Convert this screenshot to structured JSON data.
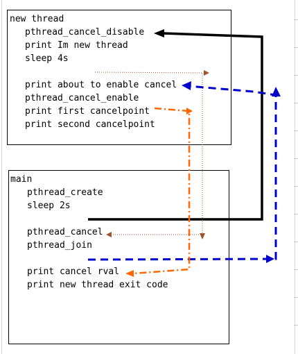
{
  "thread_block": {
    "title": "new thread",
    "lines": [
      "pthread_cancel_disable",
      "print Im new thread",
      "sleep 4s",
      "print about to enable cancel",
      "pthread_cancel_enable",
      "print first cancelpoint",
      "print second cancelpoint"
    ]
  },
  "main_block": {
    "title": "main",
    "lines": [
      "pthread_create",
      "sleep 2s",
      "pthread_cancel",
      "pthread_join",
      "print cancel rval",
      "print new thread exit code"
    ]
  },
  "colors": {
    "black_arrow": "#000000",
    "blue_dashed_arrow": "#0000cc",
    "orange_dashdot_arrow": "#ff6600",
    "brown_dotted_arrow": "#a0522d"
  }
}
